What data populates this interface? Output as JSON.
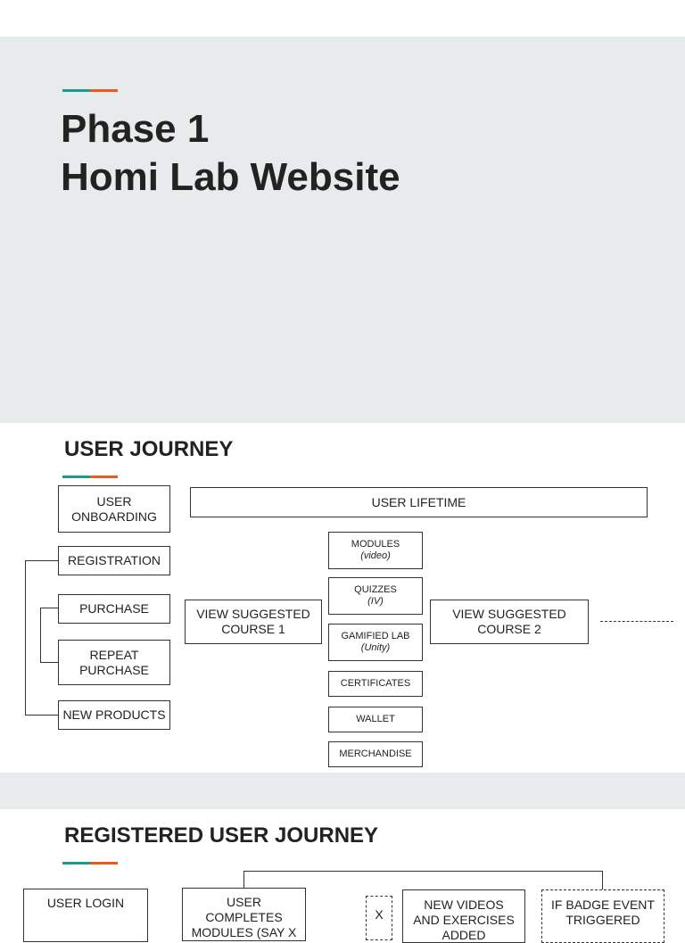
{
  "header": {
    "title_line1": "Phase 1",
    "title_line2": "Homi Lab Website"
  },
  "user_journey": {
    "heading": "USER JOURNEY",
    "onboarding": "USER ONBOARDING",
    "lifetime": "USER LIFETIME",
    "left_items": [
      "REGISTRATION",
      "PURCHASE",
      "REPEAT PURCHASE",
      "NEW PRODUCTS"
    ],
    "course1": "VIEW SUGGESTED COURSE 1",
    "course2": "VIEW SUGGESTED COURSE 2",
    "middle_items": [
      {
        "label": "MODULES",
        "sub": "(video)"
      },
      {
        "label": "QUIZZES",
        "sub": "(IV)"
      },
      {
        "label": "GAMIFIED LAB",
        "sub": "(Unity)"
      },
      {
        "label": "CERTIFICATES"
      },
      {
        "label": "WALLET"
      },
      {
        "label": "MERCHANDISE"
      }
    ]
  },
  "registered_journey": {
    "heading": "REGISTERED USER JOURNEY",
    "boxes": [
      "USER LOGIN",
      "USER COMPLETES MODULES (SAY X",
      "X",
      "NEW VIDEOS AND EXERCISES ADDED",
      "IF BADGE EVENT TRIGGERED"
    ]
  },
  "colors": {
    "accent_teal": "#1f9a8a",
    "accent_orange": "#ea5b1c",
    "band": "#e8ebec"
  }
}
